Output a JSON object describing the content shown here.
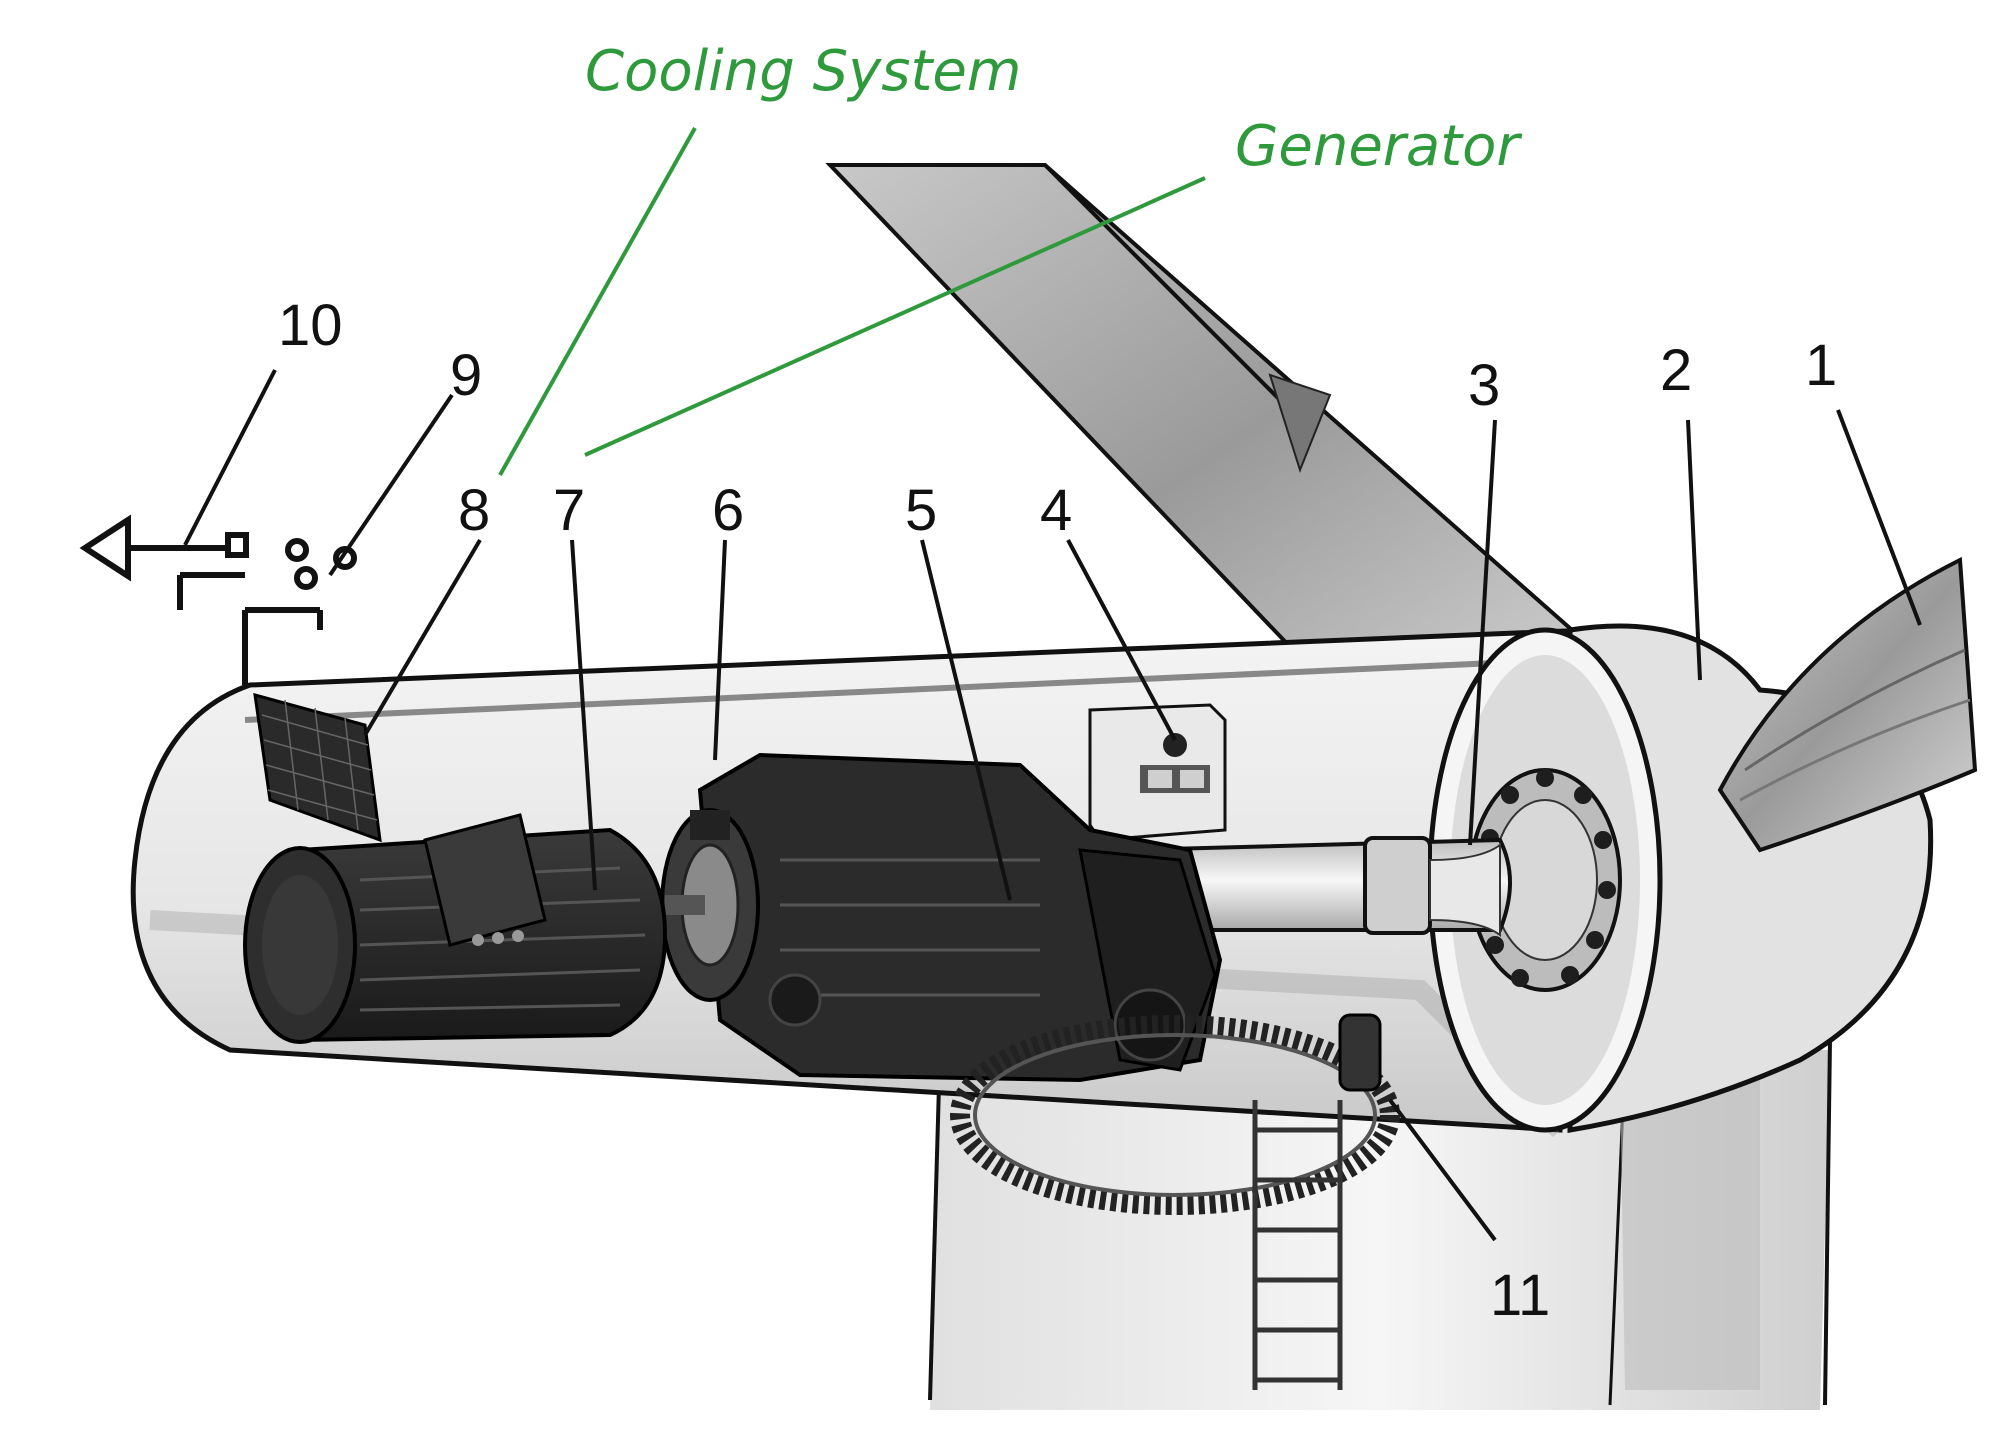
{
  "annotations": {
    "cooling_system": "Cooling System",
    "generator": "Generator"
  },
  "labels": [
    "1",
    "2",
    "3",
    "4",
    "5",
    "6",
    "7",
    "8",
    "9",
    "10",
    "11"
  ],
  "colors": {
    "annotation": "#2e9a3c",
    "line": "#111111",
    "dark_part": "#262626",
    "light_part": "#d9d9d9"
  }
}
